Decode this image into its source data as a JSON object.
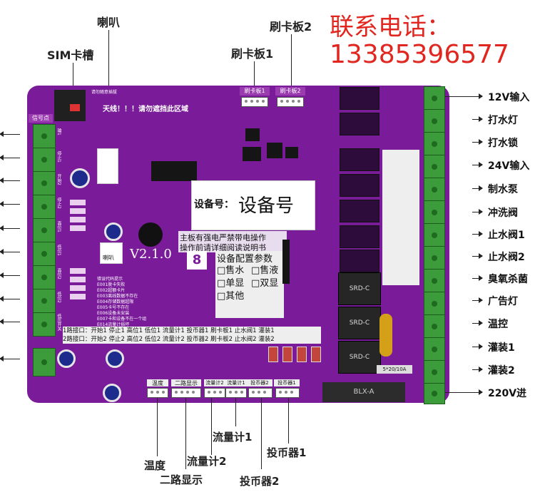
{
  "callouts": {
    "top": {
      "speaker": "喇叭",
      "sim_slot": "SIM卡槽",
      "card_board_1": "刷卡板1",
      "card_board_2": "刷卡板2"
    },
    "phone_label": "联系电话：",
    "phone_number": "13385396577",
    "right": [
      "12V输入",
      "打水灯",
      "打水锁",
      "24V输入",
      "制水泵",
      "冲洗阀",
      "止水阀1",
      "止水阀2",
      "臭氧杀菌",
      "广告灯",
      "温控",
      "灌装1",
      "灌装2",
      "220V进"
    ],
    "bottom": {
      "flow_meter_1": "流量计1",
      "coin_acceptor_1": "投币器1",
      "temperature": "温度",
      "flow_meter_2": "流量计2",
      "dual_display": "二路显示",
      "coin_acceptor_2": "投币器2"
    }
  },
  "board": {
    "device_no_label": "设备号：",
    "device_no_value": "设备号",
    "version": "V2.1.0",
    "antenna_warning": "天线！！！请勿遮挡此区域",
    "warning_line1": "主板有强电严禁带电操作",
    "warning_line2": "操作前请详细阅读说明书",
    "config_title": "设备配置参数",
    "config_options": [
      "售水",
      "售液",
      "单显",
      "双显",
      "其他"
    ],
    "card_header_1": "刷卡板1",
    "card_header_2": "刷卡板2",
    "signal_label": "信号点",
    "speaker_small": "喇叭",
    "relay_model": "SRD-C",
    "fuse_model": "BLX-A",
    "fuse_spec": "5*20/10A",
    "error_codes": [
      "错误代码提示",
      "E001脱卡失败",
      "E002超额卡片",
      "E003离线数据不存在",
      "E004存储数据超限",
      "E005卡号不存在",
      "E006设备未安装",
      "E007卡和设备不在一个组",
      "E014流量计损坏"
    ],
    "port_row_1": "1路接口：开始1 停止1 高位1 低位1 流量计1 投币器1 刷卡板1 止水阀1 灌装1",
    "port_row_2": "2路接口：开始2 停止2 高位2 低位2 流量计2 投币器2 刷卡板2 止水阀2 灌装2",
    "left_pins": [
      "输1",
      "停止1",
      "开始2",
      "停止2",
      "高位1",
      "低位1",
      "高位2",
      "低位2",
      "低压开关"
    ],
    "bottom_ports": [
      "温度",
      "二路显示",
      "流量计2",
      "流量计1",
      "投币器2",
      "投币器1"
    ]
  }
}
